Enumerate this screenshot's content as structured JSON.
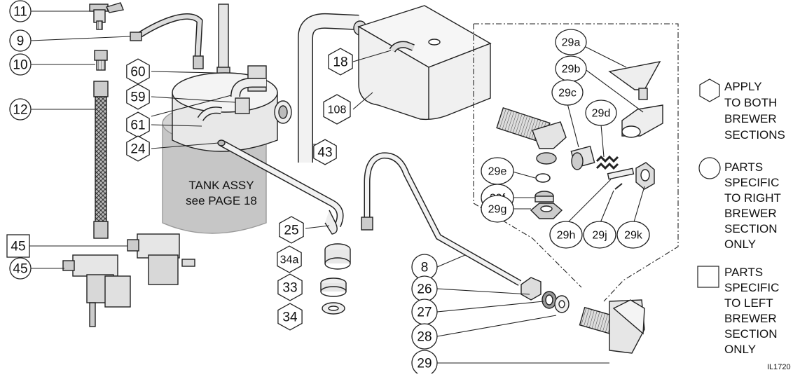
{
  "callouts": [
    {
      "id": "11",
      "shape": "circle"
    },
    {
      "id": "9",
      "shape": "circle"
    },
    {
      "id": "10",
      "shape": "circle"
    },
    {
      "id": "12",
      "shape": "circle"
    },
    {
      "id": "45",
      "shape": "square"
    },
    {
      "id": "45",
      "shape": "circle"
    },
    {
      "id": "60",
      "shape": "hexagon"
    },
    {
      "id": "59",
      "shape": "hexagon"
    },
    {
      "id": "61",
      "shape": "hexagon"
    },
    {
      "id": "24",
      "shape": "hexagon"
    },
    {
      "id": "18",
      "shape": "hexagon"
    },
    {
      "id": "108",
      "shape": "hexagon"
    },
    {
      "id": "43",
      "shape": "hexagon"
    },
    {
      "id": "25",
      "shape": "hexagon"
    },
    {
      "id": "34a",
      "shape": "hexagon"
    },
    {
      "id": "33",
      "shape": "hexagon"
    },
    {
      "id": "34",
      "shape": "hexagon"
    },
    {
      "id": "8",
      "shape": "circle"
    },
    {
      "id": "26",
      "shape": "circle"
    },
    {
      "id": "27",
      "shape": "circle"
    },
    {
      "id": "28",
      "shape": "circle"
    },
    {
      "id": "29",
      "shape": "circle"
    },
    {
      "id": "29a",
      "shape": "circle"
    },
    {
      "id": "29b",
      "shape": "circle"
    },
    {
      "id": "29c",
      "shape": "circle"
    },
    {
      "id": "29d",
      "shape": "circle"
    },
    {
      "id": "29e",
      "shape": "circle"
    },
    {
      "id": "29f",
      "shape": "circle"
    },
    {
      "id": "29g",
      "shape": "circle"
    },
    {
      "id": "29h",
      "shape": "circle"
    },
    {
      "id": "29j",
      "shape": "circle"
    },
    {
      "id": "29k",
      "shape": "circle"
    }
  ],
  "tank_label": {
    "line1": "TANK ASSY",
    "line2": "see PAGE 18"
  },
  "legend": [
    {
      "shape": "hexagon",
      "lines": [
        "APPLY",
        "TO BOTH",
        "BREWER",
        "SECTIONS"
      ]
    },
    {
      "shape": "circle",
      "lines": [
        "PARTS",
        "SPECIFIC",
        "TO RIGHT",
        "BREWER",
        "SECTION",
        "ONLY"
      ]
    },
    {
      "shape": "square",
      "lines": [
        "PARTS",
        "SPECIFIC",
        "TO LEFT",
        "BREWER",
        "SECTION",
        "ONLY"
      ]
    }
  ],
  "figure_code": "IL1720"
}
